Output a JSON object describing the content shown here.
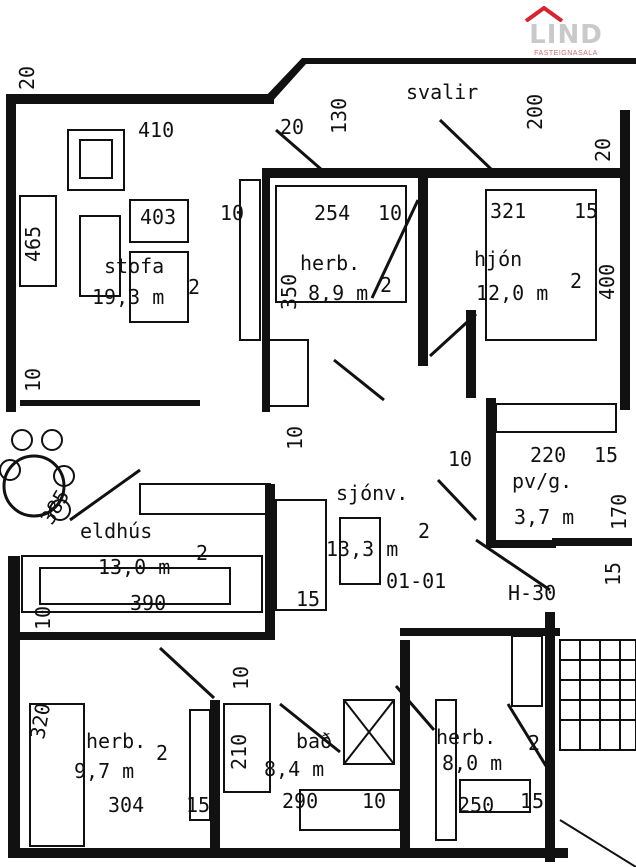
{
  "brand": {
    "name": "LIND",
    "subtitle": "FASTEIGNASALA",
    "accent": "#d9232e"
  },
  "rooms": {
    "svalir": "svalir",
    "stofa": "stofa",
    "stofa_area": "19,3 m",
    "herb_top": "herb.",
    "herb_top_area": "8,9 m",
    "hjon": "hjón",
    "hjon_area": "12,0 m",
    "pvg": "pv/g.",
    "pvg_area": "3,7 m",
    "sjonv": "sjónv.",
    "sjonv_area": "13,3 m",
    "eldhus": "eldhús",
    "eldhus_area": "13,0 m",
    "herb_left": "herb.",
    "herb_left_area": "9,7 m",
    "bad": "bað",
    "bad_area": "8,4 m",
    "herb_right": "herb.",
    "herb_right_area": "8,0 m",
    "apt_id": "01-01",
    "sup": "2"
  },
  "dims": {
    "d20_top_left": "20",
    "d410": "410",
    "d403": "403",
    "d465": "465",
    "d10_stofa": "10",
    "d10_stofa_left": "10",
    "d130": "130",
    "d20_svalir": "20",
    "d200": "200",
    "d20_right": "20",
    "d254": "254",
    "d10_herb": "10",
    "d350": "350",
    "d321": "321",
    "d15_hjon": "15",
    "d400": "400",
    "d10_hall": "10",
    "d385": "385",
    "d10_pvg": "10",
    "d220": "220",
    "d15_pvg": "15",
    "d170": "170",
    "d15_right": "15",
    "d390": "390",
    "d10_eldhus": "10",
    "d15_sjonv": "15",
    "dH30": "H-30",
    "d10_mid": "10",
    "d320": "320",
    "d210": "210",
    "d304": "304",
    "d15_bottom": "15",
    "d290": "290",
    "d10_bottom": "10",
    "d250": "250",
    "d15_bottom_right": "15"
  }
}
